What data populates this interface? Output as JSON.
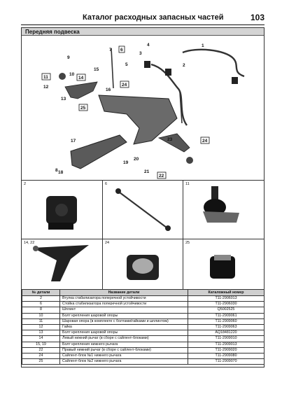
{
  "header": {
    "title": "Каталог расходных запасных частей",
    "page_number": "103"
  },
  "section_title": "Передняя подвеска",
  "diagram": {
    "callouts": [
      "1",
      "2",
      "3",
      "4",
      "5",
      "6",
      "7",
      "8",
      "9",
      "10",
      "11",
      "12",
      "13",
      "14",
      "15",
      "16",
      "17",
      "18",
      "19",
      "20",
      "21",
      "22",
      "23",
      "24",
      "25"
    ]
  },
  "detail_cells": [
    {
      "label": "2"
    },
    {
      "label": "6"
    },
    {
      "label": "11"
    },
    {
      "label": "14, 22"
    },
    {
      "label": "24"
    },
    {
      "label": "25"
    }
  ],
  "table": {
    "headers": [
      "№ детали",
      "Название детали",
      "Каталожный номер"
    ],
    "rows": [
      [
        "2",
        "Втулка стабилизатора поперечной устойчивости",
        "T11-2906013"
      ],
      [
        "6",
        "Стойка стабилизатора поперечной устойчивости",
        "T11-2906030"
      ],
      [
        "8",
        "Шплинт",
        "Q5002525"
      ],
      [
        "10",
        "Болт крепления шаровой опоры",
        "T11-2909061"
      ],
      [
        "11",
        "Шаровая опора (в комплекте с болтами/гайками и шплинтом)",
        "T11-2909060"
      ],
      [
        "12",
        "Гайка",
        "T11-2909063"
      ],
      [
        "13",
        "Болт крепления шаровой опоры",
        "AQ18481220"
      ],
      [
        "14",
        "Левый нижний рычаг (в сборе с сайлент-блоками)",
        "T11-2909010"
      ],
      [
        "15, 19",
        "Болт крепления нижнего рычага",
        "T11-2909013"
      ],
      [
        "22",
        "Правый нижний рычаг (в сборе с сайлент-блоками)",
        "T11-2909020"
      ],
      [
        "24",
        "Сайлент-блок №1 нижнего рычага",
        "T11-2909080"
      ],
      [
        "25",
        "Сайлент-блок №2 нижнего рычага",
        "T11-2909070"
      ]
    ]
  }
}
